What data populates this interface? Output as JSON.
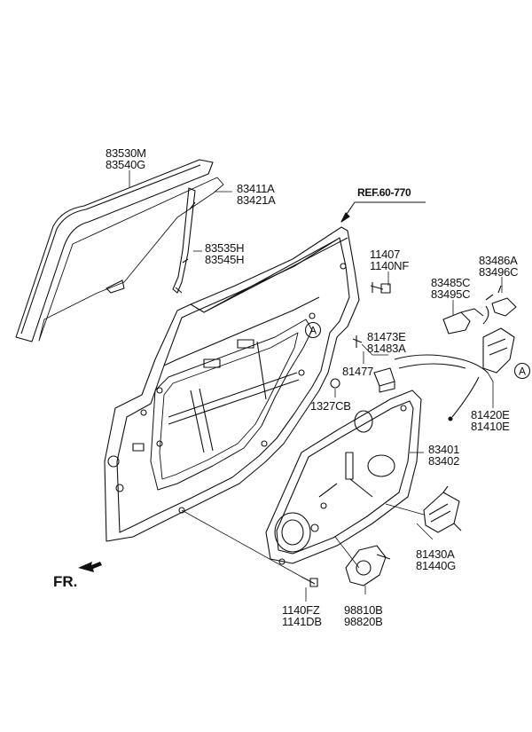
{
  "reference": "REF.60-770",
  "orientation_label": "FR.",
  "callout_letter": "A",
  "labels": [
    {
      "id": "glass",
      "lines": [
        "83530M",
        "83540G"
      ]
    },
    {
      "id": "glass-run",
      "lines": [
        "83411A",
        "83421A"
      ]
    },
    {
      "id": "channel",
      "lines": [
        "83535H",
        "83545H"
      ]
    },
    {
      "id": "bolt",
      "lines": [
        "11407",
        "1140NF"
      ]
    },
    {
      "id": "striker-a",
      "lines": [
        "83486A",
        "83496C"
      ]
    },
    {
      "id": "striker-b",
      "lines": [
        "83485C",
        "83495C"
      ]
    },
    {
      "id": "clip",
      "lines": [
        "81473E",
        "81483A"
      ]
    },
    {
      "id": "bumper",
      "lines": [
        "81477"
      ]
    },
    {
      "id": "grommet",
      "lines": [
        "1327CB"
      ]
    },
    {
      "id": "latch",
      "lines": [
        "81420E",
        "81410E"
      ]
    },
    {
      "id": "module",
      "lines": [
        "83401",
        "83402"
      ]
    },
    {
      "id": "actuator",
      "lines": [
        "81430A",
        "81440G"
      ]
    },
    {
      "id": "screw",
      "lines": [
        "1140FZ",
        "1141DB"
      ]
    },
    {
      "id": "motor",
      "lines": [
        "98810B",
        "98820B"
      ]
    }
  ]
}
